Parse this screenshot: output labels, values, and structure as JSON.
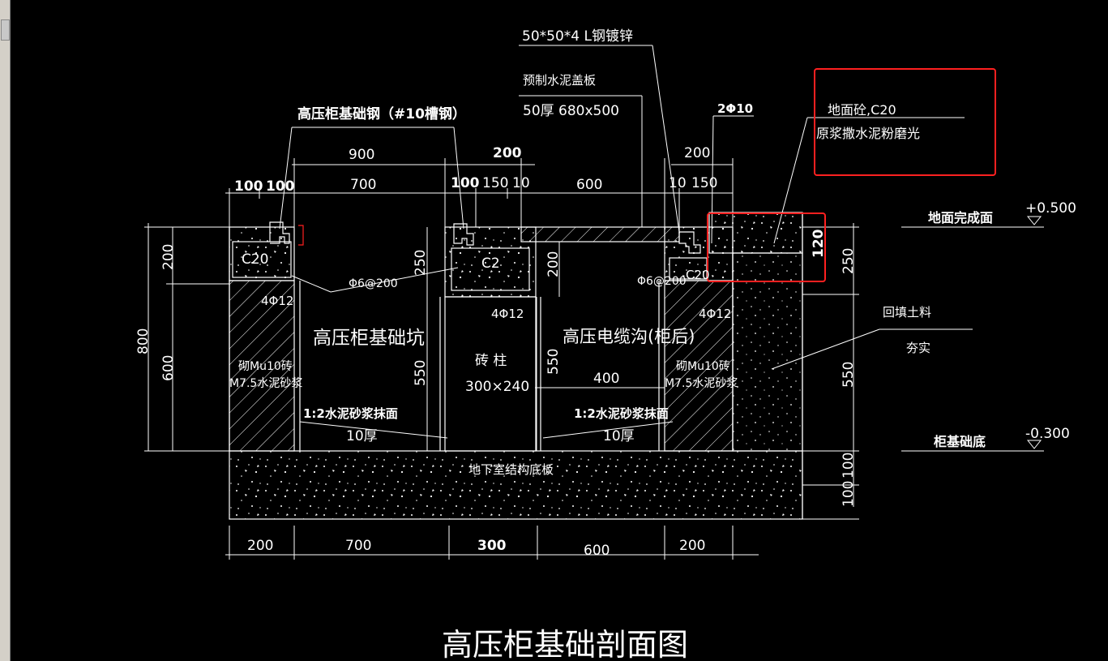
{
  "drawing": {
    "title": "高压柜基础剖面图",
    "top_labels": {
      "angle_steel": "50*50*4  L钢镀锌",
      "cover_plate": "预制水泥盖板",
      "cover_size": "50厚 680x500",
      "channel_steel": "高压柜基础钢（#10槽钢）",
      "rebar_top": "2Φ10",
      "floor_concrete": "地面砼,C20",
      "floor_finish": "原浆撒水泥粉磨光"
    },
    "top_dims": {
      "d900": "900",
      "d200a": "200",
      "d200b": "200",
      "d100a": "100",
      "d100b": "100",
      "d700": "700",
      "d100c": "100",
      "d150a": "150",
      "d10a": "10",
      "d600": "600",
      "d10b": "10",
      "d150b": "150"
    },
    "left_dims": {
      "d800": "800",
      "d200": "200",
      "d600": "600"
    },
    "right_dims": {
      "d250": "250",
      "d550": "550",
      "d100a": "100",
      "d100b": "100"
    },
    "inner_dims": {
      "d250": "250",
      "d550a": "550",
      "d200": "200",
      "d550b": "550",
      "d400": "400",
      "d120": "120"
    },
    "bottom_dims": {
      "d200a": "200",
      "d700": "700",
      "d300": "300",
      "d600": "600",
      "d200b": "200"
    },
    "labels": {
      "c20_left": "C20",
      "c20_mid": "C2",
      "c20_right": "C20",
      "phi6_left": "Φ6@200",
      "phi6_right": "Φ6@200",
      "rebar_left": "4Φ12",
      "rebar_mid": "4Φ12",
      "rebar_right": "4Φ12",
      "pit": "高压柜基础坑",
      "cable_trench": "高压电缆沟(柜后)",
      "pillar": "砖 柱",
      "pillar_size": "300×240",
      "brick_left_1": "砌Mu10砖",
      "brick_left_2": "M7.5水泥砂浆",
      "brick_right_1": "砌Mu10砖",
      "brick_right_2": "M7.5水泥砂浆",
      "mortar_left": "1:2水泥砂浆抹面",
      "mortar_left_thk": "10厚",
      "mortar_right": "1:2水泥砂浆抹面",
      "mortar_right_thk": "10厚",
      "base_slab": "地下室结构底板",
      "backfill": "回填土料",
      "compacted": "夯实"
    },
    "elevations": {
      "floor_label": "地面完成面",
      "floor_value": "+0.500",
      "base_label": "柜基础底",
      "base_value": "-0.300"
    },
    "colors": {
      "background": "#000000",
      "line": "#ffffff",
      "highlight": "#ff2020"
    }
  }
}
